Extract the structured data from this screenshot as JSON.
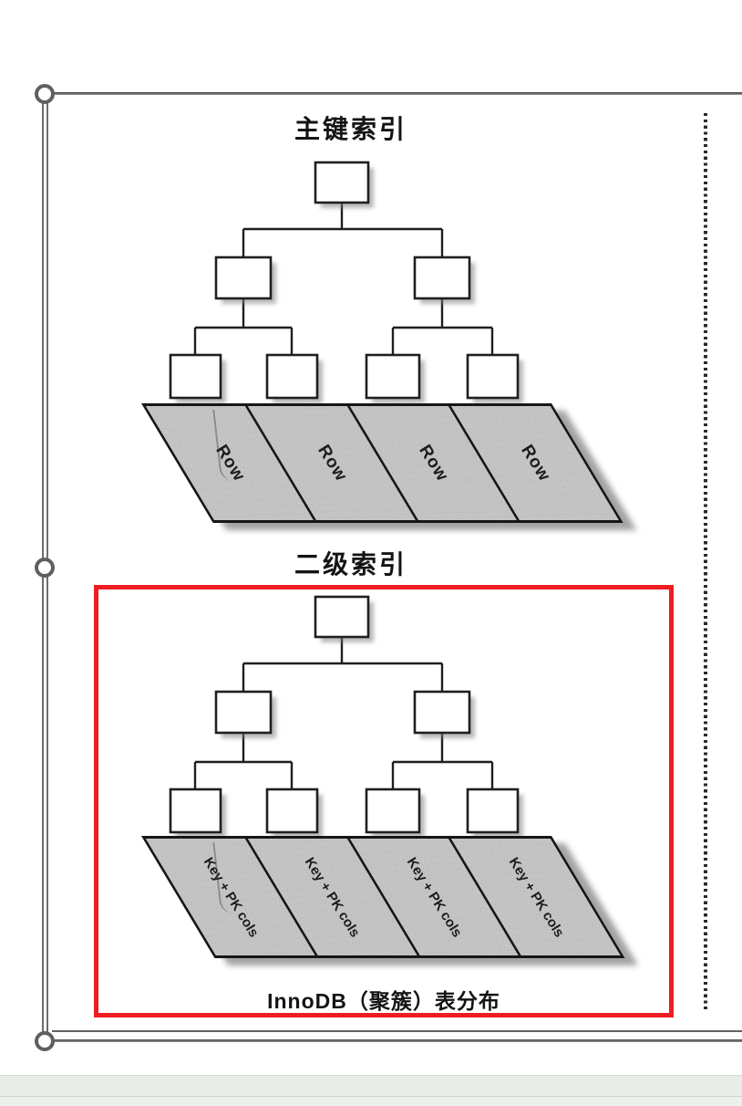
{
  "diagram": {
    "title_primary": "主键索引",
    "title_secondary": "二级索引",
    "caption_clustered": "InnoDB（聚簇）表分布",
    "tree": {
      "levels": [
        1,
        2,
        4
      ],
      "node_count": 7,
      "description": "B-tree index: root, 2 internal nodes, 4 leaf pages"
    },
    "strips": {
      "primary": {
        "cells": [
          "Row",
          "Row",
          "Row",
          "Row"
        ]
      },
      "secondary": {
        "cells": [
          "Key + PK cols",
          "Key + PK cols",
          "Key + PK cols",
          "Key + PK cols"
        ]
      }
    },
    "colors": {
      "highlight_red": "#ee1d22",
      "ink": "#1f1f1f",
      "strip_fill": "#c9c9c9"
    }
  },
  "selection_frame": {
    "handle_count": 3,
    "handle_color": "#5f5f5f"
  },
  "footer": {
    "band_color": "#e8ede8"
  }
}
